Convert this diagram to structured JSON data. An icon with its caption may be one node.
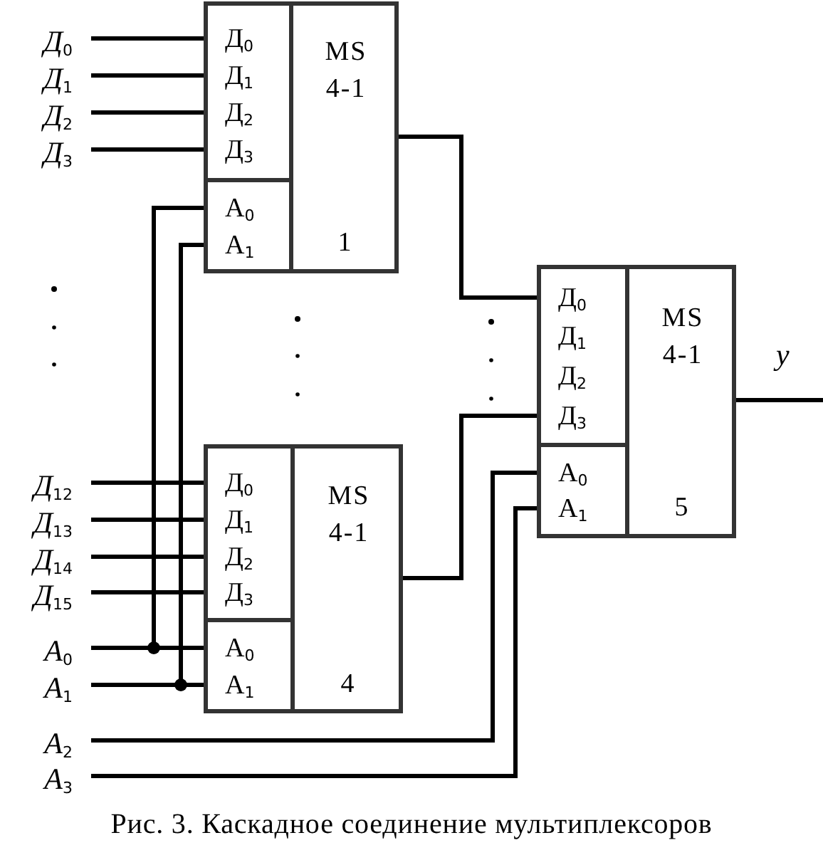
{
  "diagram": {
    "caption": "Рис. 3. Каскадное соединение мультиплексоров",
    "nodes": [
      {
        "text": [
          "Д$_{0}$"
        ]
      },
      {
        "text": [
          "Д$_{1}$"
        ]
      },
      {
        "text": [
          "Д$_{2}$"
        ]
      },
      {
        "text": [
          "Д$_{3}$"
        ]
      },
      {
        "text": [
          "Д$_{0}$",
          "Д$_{1}$",
          "Д$_{2}$",
          "Д$_{3}$",
          "A$_{0}$",
          "A$_{1}$",
          "MS 4-1",
          "1"
        ]
      },
      {
        "text": [
          "Д$_{12}$"
        ]
      },
      {
        "text": [
          "Д$_{13}$"
        ]
      },
      {
        "text": [
          "Д$_{14}$"
        ]
      },
      {
        "text": [
          "Д$_{15}$"
        ]
      },
      {
        "text": [
          "A$_{0}$"
        ]
      },
      {
        "text": [
          "A$_{1}$"
        ]
      },
      {
        "text": [
          "Д$_{0}$",
          "Д$_{1}$",
          "Д$_{2}$",
          "Д$_{3}$",
          "A$_{0}$",
          "A$_{1}$",
          "MS 4-1",
          "4"
        ]
      },
      {
        "text": [
          "Д$_{0}$",
          "Д$_{1}$",
          "Д$_{2}$",
          "Д$_{3}$",
          "A$_{0}$",
          "A$_{1}$",
          "MS 4-1",
          "5"
        ]
      },
      {
        "text": [
          "A$_{2}$"
        ]
      },
      {
        "text": [
          "A$_{3}$"
        ]
      }
    ],
    "edges": [
      {
        "from": 0,
        "to": 4,
        "arrow": "none"
      },
      {
        "from": 1,
        "to": 4,
        "arrow": "none"
      },
      {
        "from": 2,
        "to": 4,
        "arrow": "none"
      },
      {
        "from": 3,
        "to": 4,
        "arrow": "none"
      },
      {
        "from": 9,
        "to": 4,
        "arrow": "none"
      },
      {
        "from": 10,
        "to": 4,
        "arrow": "none"
      },
      {
        "from": 5,
        "to": 11,
        "arrow": "none"
      },
      {
        "from": 6,
        "to": 11,
        "arrow": "none"
      },
      {
        "from": 7,
        "to": 11,
        "arrow": "none"
      },
      {
        "from": 8,
        "to": 11,
        "arrow": "none"
      },
      {
        "from": 9,
        "to": 11,
        "arrow": "none"
      },
      {
        "from": 10,
        "to": 11,
        "arrow": "none"
      },
      {
        "from": 4,
        "to": 12,
        "arrow": "none"
      },
      {
        "from": 11,
        "to": 12,
        "arrow": "none"
      },
      {
        "from": 13,
        "to": 12,
        "arrow": "none"
      },
      {
        "from": 14,
        "to": 12,
        "arrow": "none"
      },
      {
        "from": 12,
        "to": null,
        "arrow": "none",
        "label": "y"
      }
    ]
  }
}
